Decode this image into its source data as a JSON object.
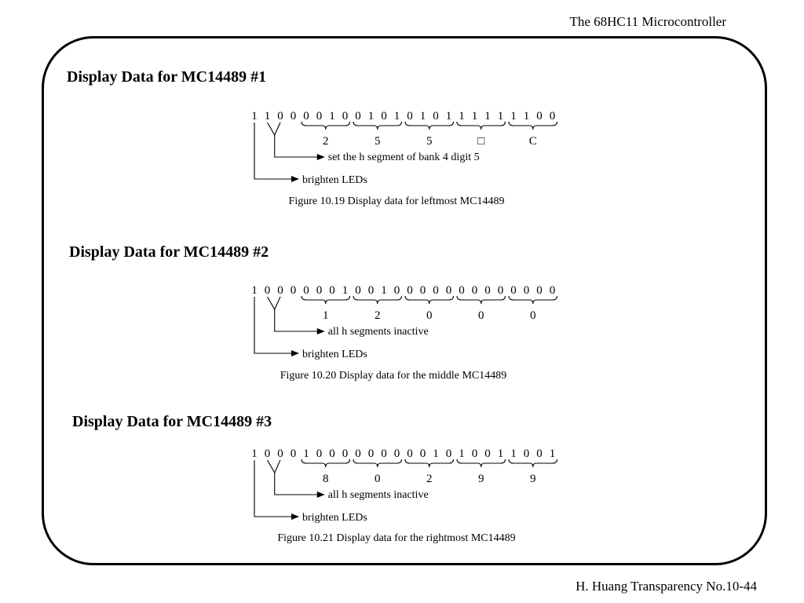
{
  "header": {
    "course": "The 68HC11 Microcontroller"
  },
  "footer": {
    "text": "H. Huang Transparency No.10-44"
  },
  "sections": [
    {
      "title": "Display Data for MC14489 #1",
      "bits": [
        "1",
        "1",
        "0",
        "0",
        "0",
        "0",
        "1",
        "0",
        "0",
        "1",
        "0",
        "1",
        "0",
        "1",
        "0",
        "1",
        "1",
        "1",
        "1",
        "1",
        "1",
        "1",
        "0",
        "0"
      ],
      "digits": [
        "2",
        "5",
        "5",
        "□",
        "C"
      ],
      "arrow_label_1": "set the h segment of bank 4 digit 5",
      "arrow_label_2": "brighten LEDs",
      "caption": "Figure 10.19 Display data for leftmost MC14489"
    },
    {
      "title": "Display Data for MC14489 #2",
      "bits": [
        "1",
        "0",
        "0",
        "0",
        "0",
        "0",
        "0",
        "1",
        "0",
        "0",
        "1",
        "0",
        "0",
        "0",
        "0",
        "0",
        "0",
        "0",
        "0",
        "0",
        "0",
        "0",
        "0",
        "0"
      ],
      "digits": [
        "1",
        "2",
        "0",
        "0",
        "0"
      ],
      "arrow_label_1": "all h segments inactive",
      "arrow_label_2": "brighten LEDs",
      "caption": "Figure 10.20 Display data for the middle MC14489"
    },
    {
      "title": "Display Data for MC14489 #3",
      "bits": [
        "1",
        "0",
        "0",
        "0",
        "1",
        "0",
        "0",
        "0",
        "0",
        "0",
        "0",
        "0",
        "0",
        "0",
        "1",
        "0",
        "1",
        "0",
        "0",
        "1",
        "1",
        "0",
        "0",
        "1"
      ],
      "digits": [
        "8",
        "0",
        "2",
        "9",
        "9"
      ],
      "arrow_label_1": "all h segments inactive",
      "arrow_label_2": "brighten LEDs",
      "caption": "Figure 10.21 Display data for the rightmost MC14489"
    }
  ]
}
